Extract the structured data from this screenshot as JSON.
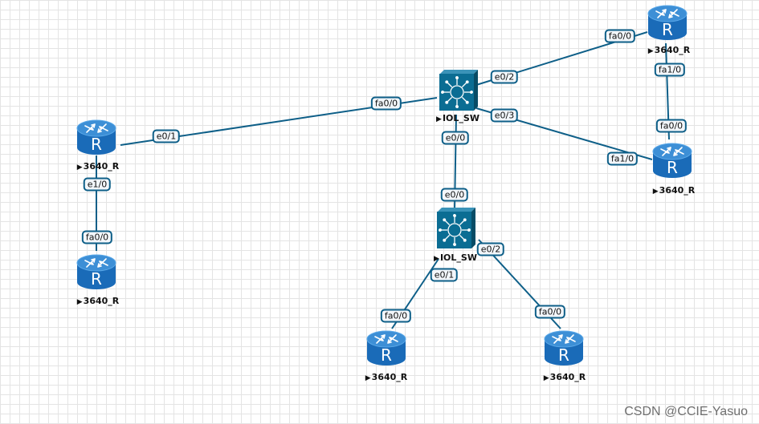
{
  "nodes": {
    "sw1": {
      "name": "IOL_SW",
      "type": "switch",
      "icon": "layer3-switch-icon"
    },
    "sw2": {
      "name": "IOL_SW",
      "type": "switch",
      "icon": "layer3-switch-icon"
    },
    "r_left1": {
      "name": "3640_R",
      "type": "router",
      "icon": "router-icon"
    },
    "r_left2": {
      "name": "3640_R",
      "type": "router",
      "icon": "router-icon"
    },
    "r_tr1": {
      "name": "3640_R",
      "type": "router",
      "icon": "router-icon"
    },
    "r_tr2": {
      "name": "3640_R",
      "type": "router",
      "icon": "router-icon"
    },
    "r_bl": {
      "name": "3640_R",
      "type": "router",
      "icon": "router-icon"
    },
    "r_br": {
      "name": "3640_R",
      "type": "router",
      "icon": "router-icon"
    }
  },
  "links": [
    {
      "from": "sw1",
      "to": "r_left1",
      "from_port": "e0/1",
      "to_port": "fa0/0"
    },
    {
      "from": "sw1",
      "to": "r_tr1",
      "from_port": "e0/2",
      "to_port": "fa0/0"
    },
    {
      "from": "sw1",
      "to": "r_tr2",
      "from_port": "e0/3",
      "to_port": "fa1/0"
    },
    {
      "from": "sw1",
      "to": "sw2",
      "from_port": "e0/0",
      "to_port": "e0/0"
    },
    {
      "from": "r_left1",
      "to": "r_left2",
      "from_port": "e1/0",
      "to_port": "fa0/0"
    },
    {
      "from": "r_tr1",
      "to": "r_tr2",
      "from_port": "fa1/0",
      "to_port": "fa0/0"
    },
    {
      "from": "sw2",
      "to": "r_bl",
      "from_port": "e0/1",
      "to_port": "fa0/0"
    },
    {
      "from": "sw2",
      "to": "r_br",
      "from_port": "e0/2",
      "to_port": "fa0/0"
    }
  ],
  "watermark": "CSDN @CCIE-Yasuo",
  "colors": {
    "line": "#0e5f88",
    "router_top": "#3d8fd6",
    "router_body": "#1a6bb8",
    "switch": "#0b6d93"
  }
}
